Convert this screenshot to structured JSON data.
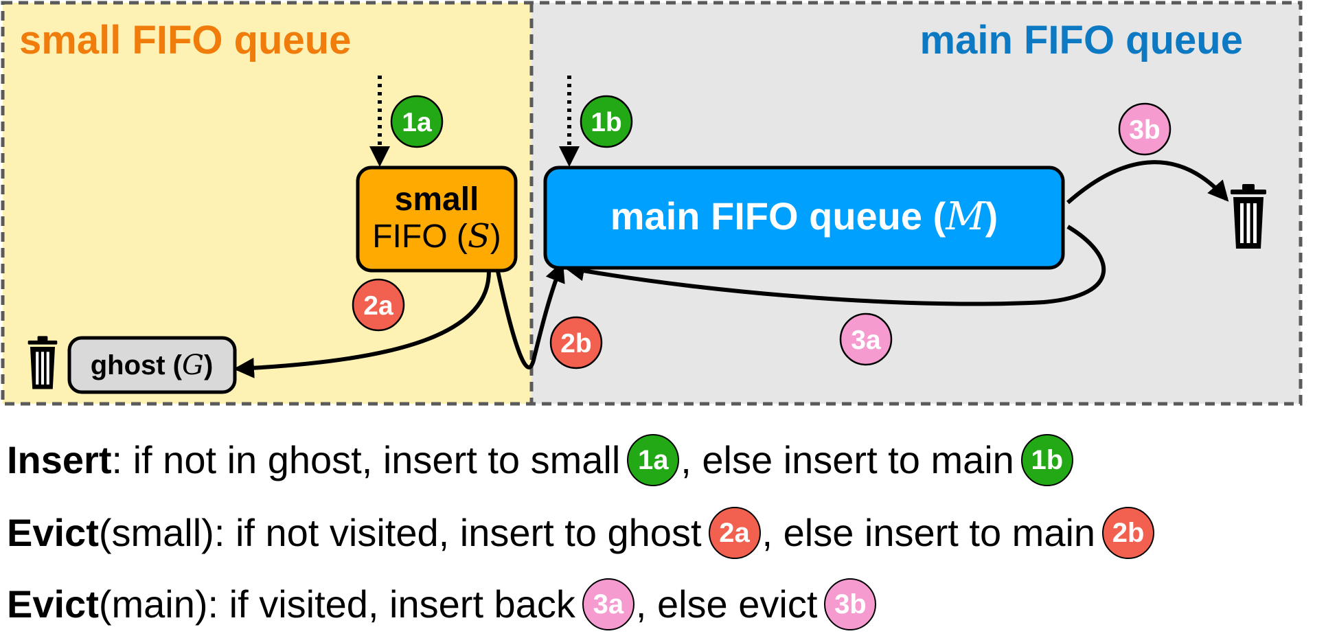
{
  "regions": {
    "small_title": "small FIFO queue",
    "main_title": "main FIFO queue"
  },
  "boxes": {
    "small_fifo_line1": "small",
    "small_fifo_line2_prefix": "FIFO (",
    "small_fifo_symbol": "S",
    "small_fifo_line2_suffix": ")",
    "main_fifo_prefix": "main FIFO queue (",
    "main_fifo_symbol": "M",
    "main_fifo_suffix": ")",
    "ghost_prefix": "ghost (",
    "ghost_symbol": "G",
    "ghost_suffix": ")"
  },
  "badges": {
    "b1a": "1a",
    "b1b": "1b",
    "b2a": "2a",
    "b2b": "2b",
    "b3a": "3a",
    "b3b": "3b"
  },
  "legend": {
    "insert": {
      "bold": "Insert",
      "text1": ": if not in ghost, insert to small",
      "badge1": "1a",
      "text2": ", else insert to main",
      "badge2": "1b"
    },
    "evict_small": {
      "bold": "Evict",
      "text1": " (small): if not visited, insert to ghost",
      "badge1": "2a",
      "text2": ", else insert to main",
      "badge2": "2b"
    },
    "evict_main": {
      "bold": "Evict",
      "text1": " (main): if visited, insert back",
      "badge1": "3a",
      "text2": ", else evict",
      "badge2": "3b"
    }
  },
  "colors": {
    "small_region_bg": "#fdf1b4",
    "main_region_bg": "#e6e6e6",
    "small_title": "#f07c0c",
    "main_title": "#0d79c2",
    "small_box": "#ffaa00",
    "main_box": "#00a0ff",
    "ghost_box": "#d9d9d9",
    "badge_green": "#22a915",
    "badge_red": "#f2604f",
    "badge_pink": "#f59bd0"
  },
  "icons": [
    "trash-icon",
    "trash-icon"
  ]
}
